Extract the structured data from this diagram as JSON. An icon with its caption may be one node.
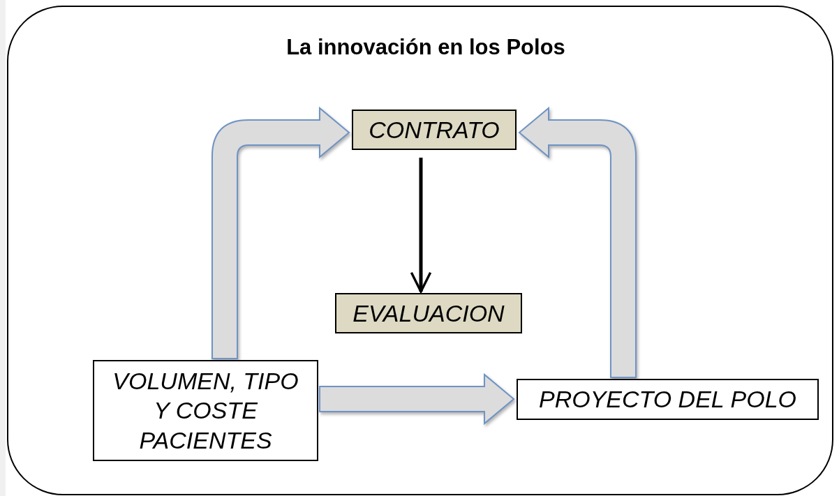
{
  "diagram": {
    "title": "La innovación en los Polos",
    "nodes": [
      {
        "text": [
          "CONTRATO"
        ]
      },
      {
        "text": [
          "EVALUACION"
        ]
      },
      {
        "text": [
          "VOLUMEN, TIPO Y COSTE PACIENTES"
        ]
      },
      {
        "text": [
          "PROYECTO DEL POLO"
        ]
      }
    ],
    "edges": [
      {
        "from": 0,
        "to": 1,
        "arrow": "to",
        "color": "#000000"
      },
      {
        "from": 2,
        "to": 0,
        "arrow": "to"
      },
      {
        "from": 3,
        "to": 0,
        "arrow": "to"
      },
      {
        "from": 2,
        "to": 3,
        "arrow": "to"
      }
    ]
  }
}
